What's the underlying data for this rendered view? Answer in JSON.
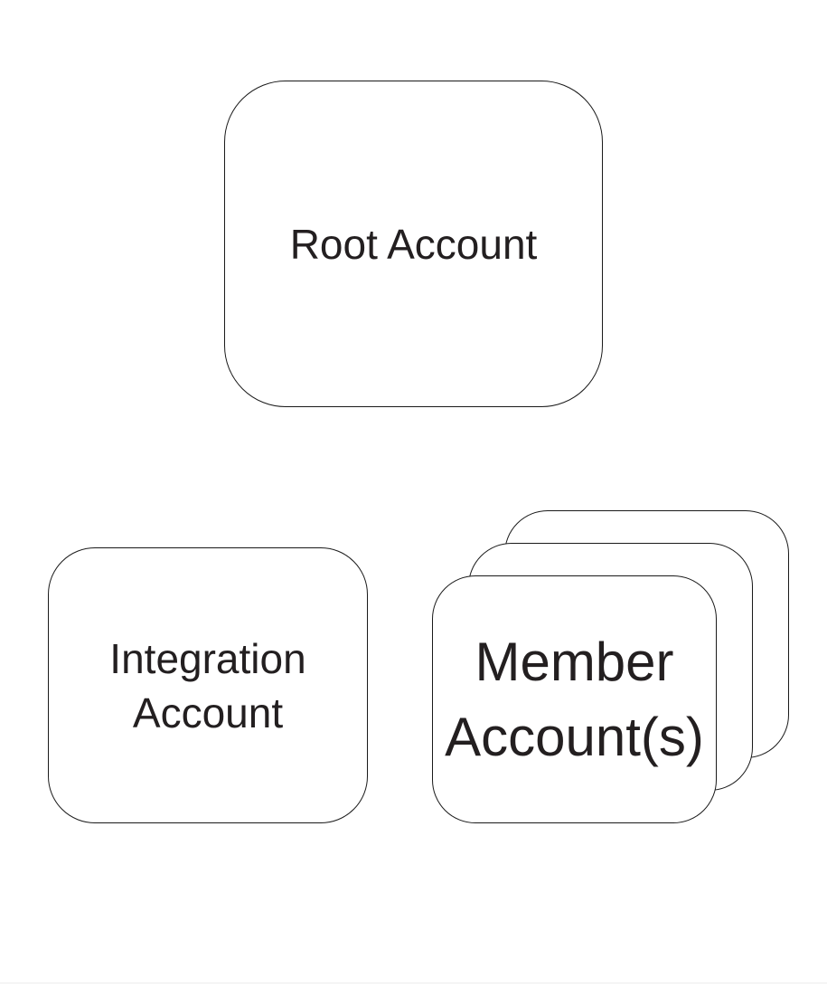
{
  "page": {
    "background": "#ffffff",
    "bottom_divider_color": "#ececec"
  },
  "diagram": {
    "colors": {
      "node_fill": "#ffffff",
      "node_border": "#1a1a1a",
      "text": "#231f20"
    },
    "nodes": [
      {
        "id": "root-account",
        "lines": [
          "Root Account"
        ]
      },
      {
        "id": "integration-account",
        "lines": [
          "Integration",
          "Account"
        ]
      },
      {
        "id": "member-accounts",
        "lines": [
          "Member",
          "Account(s)"
        ],
        "stacked": true,
        "stack_count": 3
      }
    ]
  }
}
